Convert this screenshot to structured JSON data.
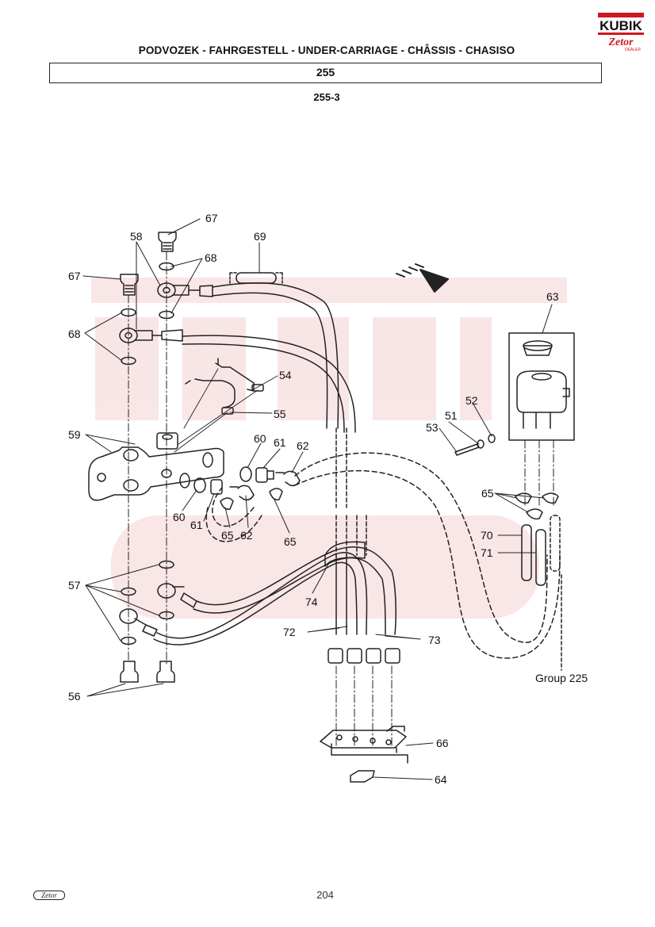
{
  "logo": {
    "brand": "KUBIK",
    "sub": "Zetor",
    "tag": "DEALER",
    "red": "#d0161f"
  },
  "header": {
    "title": "PODVOZEK - FAHRGESTELL - UNDER-CARRIAGE - CHÂSSIS - CHASISO",
    "group": "255",
    "sub_ref": "255-3"
  },
  "callouts": [
    {
      "id": "c67a",
      "text": "67"
    },
    {
      "id": "c58",
      "text": "58"
    },
    {
      "id": "c69",
      "text": "69"
    },
    {
      "id": "c68a",
      "text": "68"
    },
    {
      "id": "c67b",
      "text": "67"
    },
    {
      "id": "c63",
      "text": "63"
    },
    {
      "id": "c68b",
      "text": "68"
    },
    {
      "id": "c54",
      "text": "54"
    },
    {
      "id": "c52",
      "text": "52"
    },
    {
      "id": "c55",
      "text": "55"
    },
    {
      "id": "c51",
      "text": "51"
    },
    {
      "id": "c53",
      "text": "53"
    },
    {
      "id": "c59",
      "text": "59"
    },
    {
      "id": "c60a",
      "text": "60"
    },
    {
      "id": "c61a",
      "text": "61"
    },
    {
      "id": "c62a",
      "text": "62"
    },
    {
      "id": "c65a",
      "text": "65"
    },
    {
      "id": "c60b",
      "text": "60"
    },
    {
      "id": "c61b",
      "text": "61"
    },
    {
      "id": "c65b",
      "text": "65"
    },
    {
      "id": "c62b",
      "text": "62"
    },
    {
      "id": "c65c",
      "text": "65"
    },
    {
      "id": "c70",
      "text": "70"
    },
    {
      "id": "c71",
      "text": "71"
    },
    {
      "id": "c57",
      "text": "57"
    },
    {
      "id": "c74",
      "text": "74"
    },
    {
      "id": "c72",
      "text": "72"
    },
    {
      "id": "c73",
      "text": "73"
    },
    {
      "id": "cgrp",
      "text": "Group 225"
    },
    {
      "id": "c56",
      "text": "56"
    },
    {
      "id": "c66",
      "text": "66"
    },
    {
      "id": "c64",
      "text": "64"
    }
  ],
  "footer": {
    "brand": "Zetor",
    "page": "204"
  },
  "colors": {
    "line": "#222222",
    "watermark": "#f2c8c8"
  }
}
